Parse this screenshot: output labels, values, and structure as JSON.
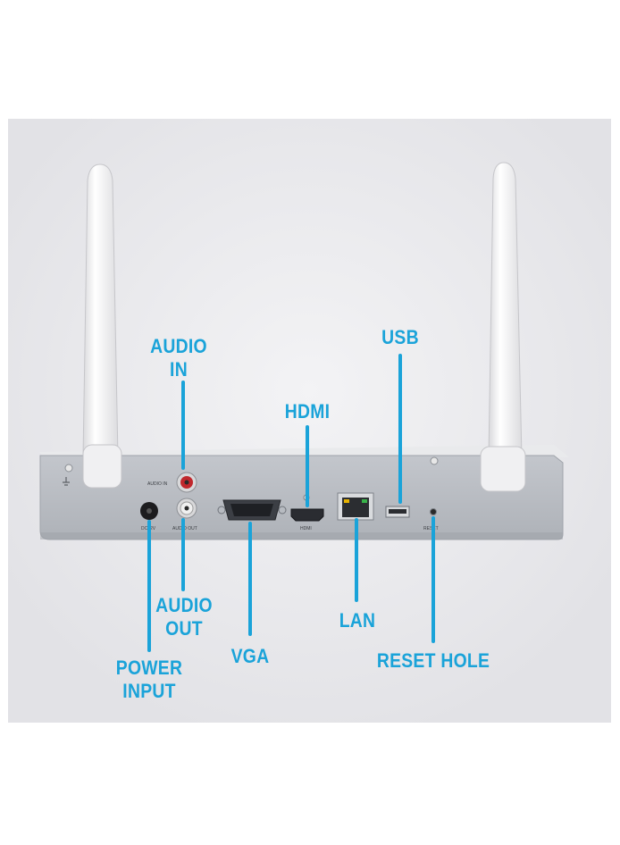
{
  "accent_color": "#1aa3d9",
  "callouts": {
    "audio_in": {
      "line1": "AUDIO",
      "line2": "IN"
    },
    "usb": "USB",
    "hdmi": "HDMI",
    "audio_out": {
      "line1": "AUDIO",
      "line2": "OUT"
    },
    "lan": "LAN",
    "vga": "VGA",
    "reset_hole": "RESET HOLE",
    "power_input": {
      "line1": "POWER",
      "line2": "INPUT"
    }
  },
  "device_panel_text": {
    "audio_in": "AUDIO IN",
    "audio_out": "AUDIO OUT",
    "dc": "DC12V",
    "hdmi": "HDMI",
    "reset": "RESET"
  }
}
